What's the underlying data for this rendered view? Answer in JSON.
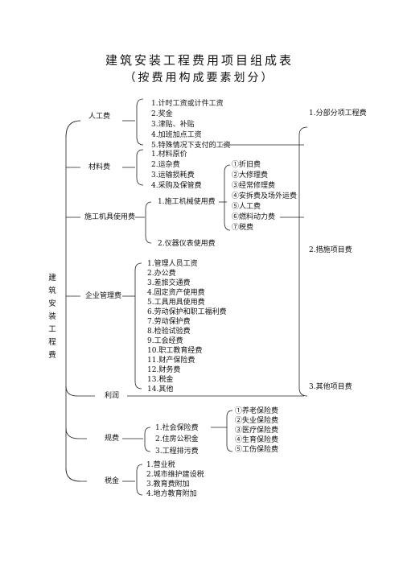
{
  "title": "建筑安装工程费用项目组成表",
  "subtitle": "（按费用构成要素划分）",
  "root": [
    "建",
    "筑",
    "安",
    "装",
    "工",
    "程",
    "费"
  ],
  "categories": {
    "labor": "人工费",
    "material": "材料费",
    "machine": "施工机具使用费",
    "management": "企业管理费",
    "profit": "利润",
    "fees": "规费",
    "tax": "税金"
  },
  "labor_items": [
    "1.计时工资或计件工资",
    "2.奖金",
    "3.津贴、补贴",
    "4.加班加点工资",
    "5.特殊情况下支付的工资"
  ],
  "material_items": [
    "1.材料原价",
    "2.运杂费",
    "3.运输损耗费",
    "4.采购及保管费"
  ],
  "machine_items": [
    "1.施工机械使用费",
    "2.仪器仪表使用费"
  ],
  "machine_sub": [
    "①折旧费",
    "②大修理费",
    "③经常修理费",
    "④安拆费及场外运费",
    "⑤人工费",
    "⑥燃料动力费",
    "⑦税费"
  ],
  "management_items": [
    "1.管理人员工资",
    "2.办公费",
    "3.差旅交通费",
    "4.固定资产使用费",
    "5.工具用具使用费",
    "6.劳动保护和职工福利费",
    "7.劳动保护费",
    "8.检验试验费",
    "9.工会经费",
    "10.职工教育经费",
    "11.财产保险费",
    "12.财务费",
    "13.税金",
    "14.其他"
  ],
  "fee_items": [
    "1.社会保险费",
    "2.住房公积金",
    "3.工程排污费"
  ],
  "insurance_sub": [
    "①养老保险费",
    "②失业保险费",
    "③医疗保险费",
    "④生育保险费",
    "⑤工伤保险费"
  ],
  "tax_items": [
    "1.营业税",
    "2.城市维护建设税",
    "3.教育费附加",
    "4.地方教育附加"
  ],
  "right_items": [
    "1.分部分项工程费",
    "2.措施项目费",
    "3.其他项目费"
  ]
}
